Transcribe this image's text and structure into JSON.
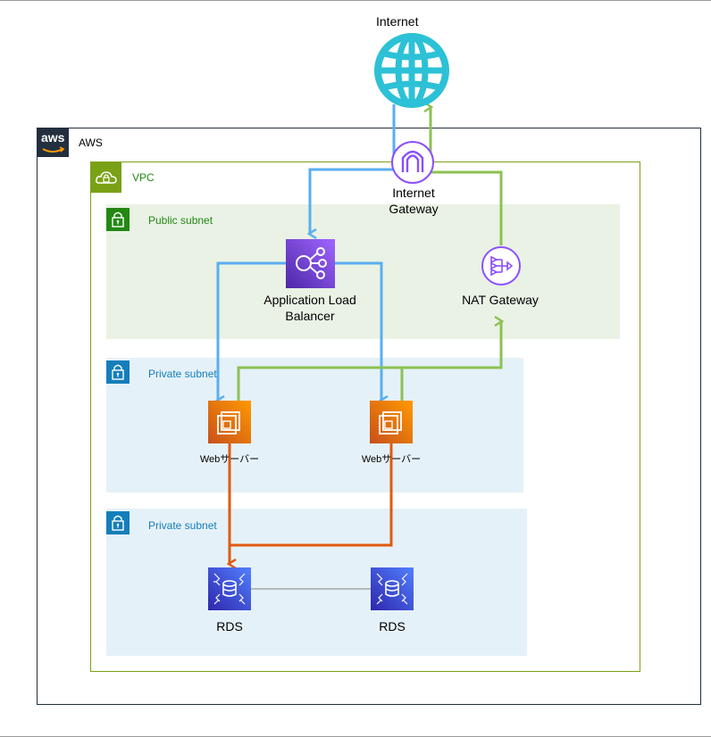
{
  "labels": {
    "internet": "Internet",
    "aws": "AWS",
    "aws_logo": "aws",
    "vpc": "VPC",
    "igw_line1": "Internet",
    "igw_line2": "Gateway",
    "public_subnet": "Public subnet",
    "alb_line1": "Application Load",
    "alb_line2": "Balancer",
    "nat": "NAT Gateway",
    "private_subnet_1": "Private subnet",
    "web1": "Webサーバー",
    "web2": "Webサーバー",
    "private_subnet_2": "Private subnet",
    "rds1": "RDS",
    "rds2": "RDS"
  },
  "colors": {
    "aws_border": "#232f3e",
    "vpc_green": "#7aa116",
    "public_subnet_bg": "#e9f2e4",
    "private_subnet_bg": "#e5f1f8",
    "public_badge": "#248814",
    "private_badge": "#147eba",
    "internet_globe": "#2cc1d6",
    "igw_purple": "#8c4fff",
    "alb_purple": "#8c4fff",
    "ec2_orange": "#ed7100",
    "rds_blue": "#3b48cc",
    "flow_blue": "#5aaef0",
    "flow_green": "#8cc152",
    "flow_orange": "#e05a0e"
  },
  "icons": {
    "internet": "globe-icon",
    "aws": "aws-logo-icon",
    "vpc": "cloud-lock-icon",
    "subnet": "padlock-icon",
    "igw": "internet-gateway-icon",
    "alb": "load-balancer-icon",
    "nat": "nat-gateway-icon",
    "ec2": "ec2-instance-icon",
    "rds": "rds-database-icon"
  }
}
